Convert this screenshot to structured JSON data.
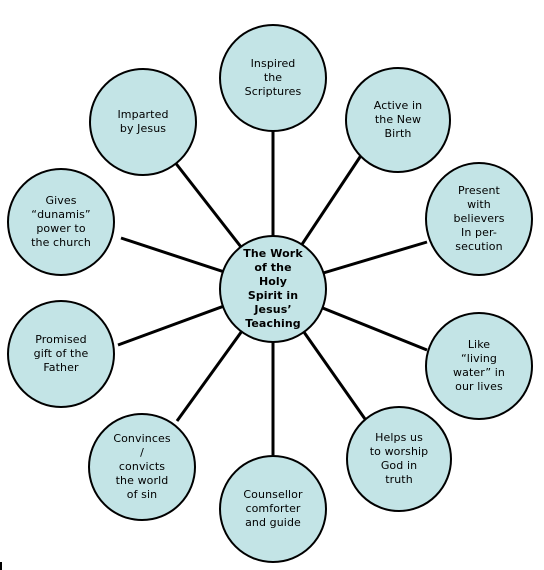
{
  "diagram": {
    "center": {
      "label": "The Work\nof the\nHoly\nSpirit in\nJesus’\nTeaching"
    },
    "nodes": [
      {
        "id": "inspired-scriptures",
        "label": "Inspired\nthe\nScriptures"
      },
      {
        "id": "active-new-birth",
        "label": "Active in\nthe New\nBirth"
      },
      {
        "id": "present-with-believers",
        "label": "Present\nwith\nbelievers\nIn per-\nsecution"
      },
      {
        "id": "living-water",
        "label": "Like\n“living\nwater” in\nour lives"
      },
      {
        "id": "worship-in-truth",
        "label": "Helps us\nto worship\nGod in\ntruth"
      },
      {
        "id": "counsellor",
        "label": "Counsellor\ncomforter\nand guide"
      },
      {
        "id": "convinces-convicts",
        "label": "Convinces\n/\nconvicts\nthe world\nof sin"
      },
      {
        "id": "promised-gift",
        "label": "Promised\ngift of the\nFather"
      },
      {
        "id": "gives-dunamis",
        "label": "Gives\n“dunamis”\npower to\nthe church"
      },
      {
        "id": "imparted-by-jesus",
        "label": "Imparted\nby Jesus"
      }
    ],
    "colors": {
      "node_fill": "#c3e4e6",
      "outline": "#000000",
      "connector": "#000000"
    }
  }
}
